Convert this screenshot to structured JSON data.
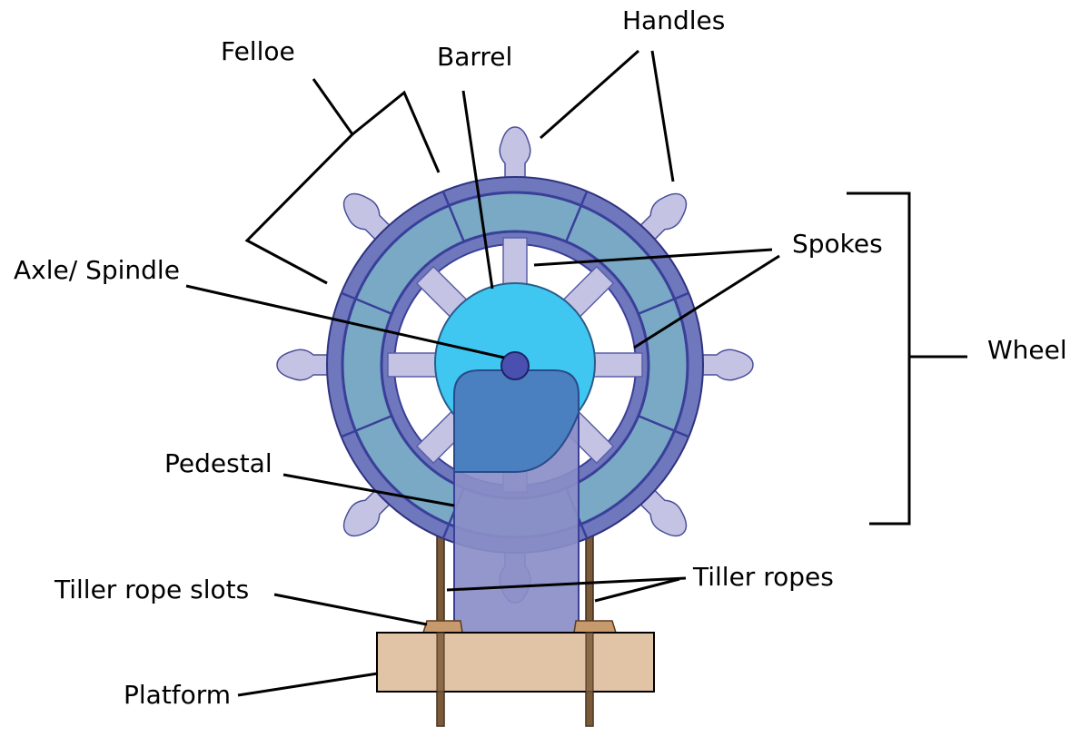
{
  "labels": {
    "felloe": "Felloe",
    "barrel": "Barrel",
    "handles": "Handles",
    "spokes": "Spokes",
    "axle": "Axle/ Spindle",
    "wheel": "Wheel",
    "pedestal": "Pedestal",
    "tiller_rope_slots": "Tiller rope slots",
    "tiller_ropes": "Tiller ropes",
    "platform": "Platform"
  },
  "colors": {
    "outer_rim": "#6f78bd",
    "rim_inner": "#79a9c4",
    "rim_edge": "#3a3f9a",
    "spoke": "#c5c3e4",
    "handle": "#c5c3e4",
    "barrel": "#3fc7f2",
    "axle": "#4a50b0",
    "pedestal_body": "#8a8ec7",
    "pedestal_top": "#4a7fc0",
    "platform": "#e1c3a6",
    "rope": "#7b5a3a",
    "slot": "#c79a6d"
  }
}
